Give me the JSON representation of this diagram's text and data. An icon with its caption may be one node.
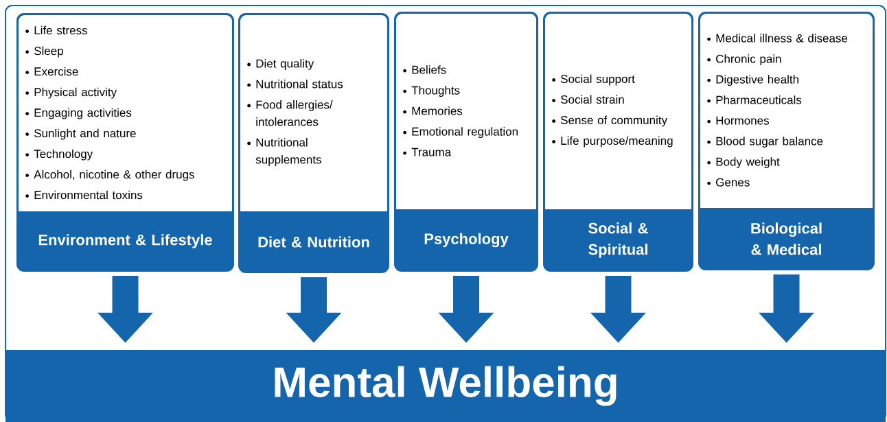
{
  "diagram": {
    "nodes": [
      {
        "text": [
          "Life stress",
          "Sleep",
          "Exercise",
          "Physical activity",
          "Engaging activities",
          "Sunlight and nature",
          "Technology",
          "Alcohol, nicotine & other drugs",
          "Environmental toxins",
          "Environment & Lifestyle"
        ]
      },
      {
        "text": [
          "Diet quality",
          "Nutritional status",
          "Food allergies/ intolerances",
          "Nutritional supplements",
          "Diet & Nutrition"
        ]
      },
      {
        "text": [
          "Beliefs",
          "Thoughts",
          "Memories",
          "Emotional regulation",
          "Trauma",
          "Psychology"
        ]
      },
      {
        "text": [
          "Social support",
          "Social strain",
          "Sense of community",
          "Life purpose/meaning",
          "Social & Spiritual"
        ]
      },
      {
        "text": [
          "Medical illness & disease",
          "Chronic pain",
          "Digestive health",
          "Pharmaceuticals",
          "Hormones",
          "Blood sugar balance",
          "Body weight",
          "Genes",
          "Biological & Medical"
        ]
      },
      {
        "text": [
          "Mental Wellbeing"
        ]
      }
    ],
    "edges": [
      {
        "from": 0,
        "to": 5,
        "arrow": "to"
      },
      {
        "from": 1,
        "to": 5,
        "arrow": "to"
      },
      {
        "from": 2,
        "to": 5,
        "arrow": "to"
      },
      {
        "from": 3,
        "to": 5,
        "arrow": "to"
      },
      {
        "from": 4,
        "to": 5,
        "arrow": "to"
      }
    ]
  }
}
